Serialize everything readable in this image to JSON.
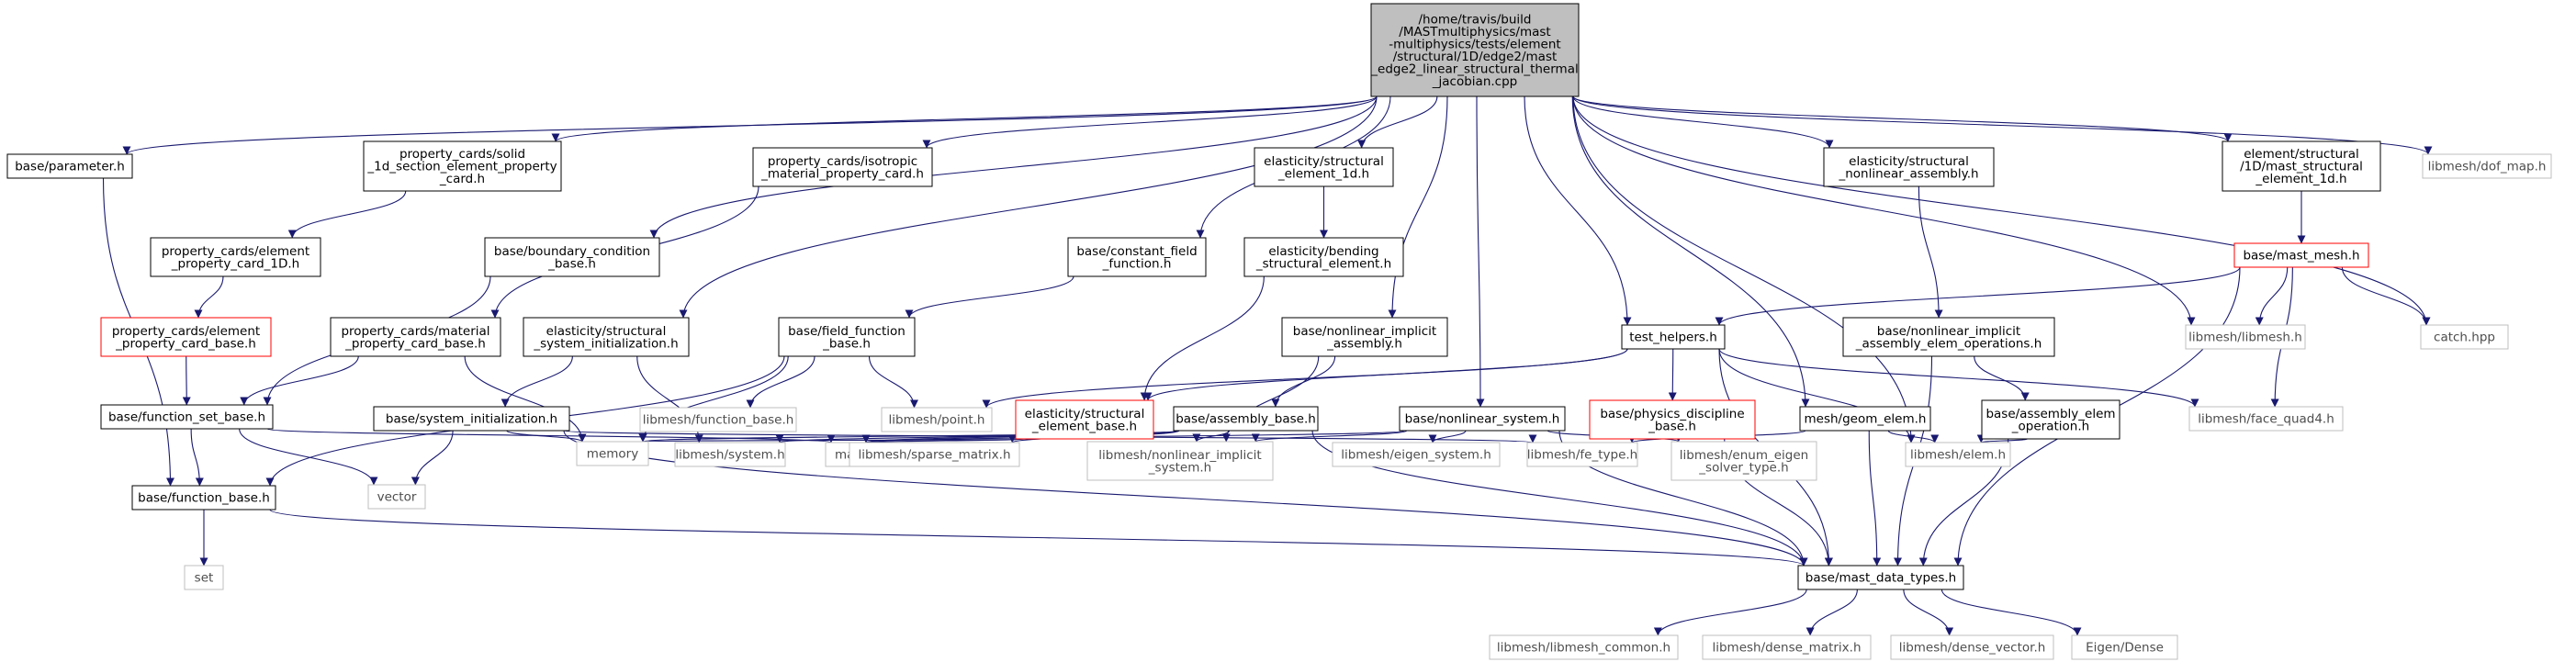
{
  "nodes": {
    "root": [
      "/home/travis/build",
      "/MASTmultiphysics/mast",
      "-multiphysics/tests/element",
      "/structural/1D/edge2/mast",
      "_edge2_linear_structural_thermal",
      "_jacobian.cpp"
    ],
    "parameter": [
      "base/parameter.h"
    ],
    "solid1d": [
      "property_cards/solid",
      "_1d_section_element_property",
      "_card.h"
    ],
    "elem_card_1d": [
      "property_cards/element",
      "_property_card_1D.h"
    ],
    "elem_card_base": [
      "property_cards/element",
      "_property_card_base.h"
    ],
    "isotropic": [
      "property_cards/isotropic",
      "_material_property_card.h"
    ],
    "material_card_base": [
      "property_cards/material",
      "_property_card_base.h"
    ],
    "boundary": [
      "base/boundary_condition",
      "_base.h"
    ],
    "function_set_base": [
      "base/function_set_base.h"
    ],
    "function_base": [
      "base/function_base.h"
    ],
    "set": [
      "set"
    ],
    "vector": [
      "vector"
    ],
    "memory": [
      "memory"
    ],
    "map": [
      "map"
    ],
    "struct_sys_init": [
      "elasticity/structural",
      "_system_initialization.h"
    ],
    "system_init": [
      "base/system_initialization.h"
    ],
    "libmesh_system": [
      "libmesh/system.h"
    ],
    "constant_field": [
      "base/constant_field",
      "_function.h"
    ],
    "field_function": [
      "base/field_function",
      "_base.h"
    ],
    "libmesh_function_base": [
      "libmesh/function_base.h"
    ],
    "structural_elem_1d": [
      "elasticity/structural",
      "_element_1d.h"
    ],
    "bending": [
      "elasticity/bending",
      "_structural_element.h"
    ],
    "structural_elem_base": [
      "elasticity/structural",
      "_element_base.h"
    ],
    "nonlinear_implicit_assembly": [
      "base/nonlinear_implicit",
      "_assembly.h"
    ],
    "assembly_base": [
      "base/assembly_base.h"
    ],
    "libmesh_point": [
      "libmesh/point.h"
    ],
    "sparse_matrix": [
      "libmesh/sparse_matrix.h"
    ],
    "libmesh_nonlinear_implicit": [
      "libmesh/nonlinear_implicit",
      "_system.h"
    ],
    "nonlinear_system": [
      "base/nonlinear_system.h"
    ],
    "eigen_system": [
      "libmesh/eigen_system.h"
    ],
    "fe_type": [
      "libmesh/fe_type.h"
    ],
    "enum_eigen": [
      "libmesh/enum_eigen",
      "_solver_type.h"
    ],
    "test_helpers": [
      "test_helpers.h"
    ],
    "physics_discipline": [
      "base/physics_discipline",
      "_base.h"
    ],
    "struct_nonlinear_assembly": [
      "elasticity/structural",
      "_nonlinear_assembly.h"
    ],
    "nonlinear_implicit_elem_ops": [
      "base/nonlinear_implicit",
      "_assembly_elem_operations.h"
    ],
    "assembly_elem_op": [
      "base/assembly_elem",
      "_operation.h"
    ],
    "geom_elem": [
      "mesh/geom_elem.h"
    ],
    "libmesh_elem": [
      "libmesh/elem.h"
    ],
    "mast_data_types": [
      "base/mast_data_types.h"
    ],
    "mast_structural_elem_1d": [
      "element/structural",
      "/1D/mast_structural",
      "_element_1d.h"
    ],
    "mast_mesh": [
      "base/mast_mesh.h"
    ],
    "libmesh_libmesh": [
      "libmesh/libmesh.h"
    ],
    "catch": [
      "catch.hpp"
    ],
    "face_quad4": [
      "libmesh/face_quad4.h"
    ],
    "dof_map": [
      "libmesh/dof_map.h"
    ],
    "libmesh_common": [
      "libmesh/libmesh_common.h"
    ],
    "dense_matrix": [
      "libmesh/dense_matrix.h"
    ],
    "dense_vector": [
      "libmesh/dense_vector.h"
    ],
    "eigen_dense": [
      "Eigen/Dense"
    ]
  },
  "colors": {
    "edge": "#191970",
    "edge_to_external": "#191970",
    "node_border_project": "#000000",
    "node_border_truncated": "#ff0000",
    "node_border_external": "#bfbfbf",
    "root_fill": "#bfbfbf",
    "external_text": "#4d4d4d"
  }
}
